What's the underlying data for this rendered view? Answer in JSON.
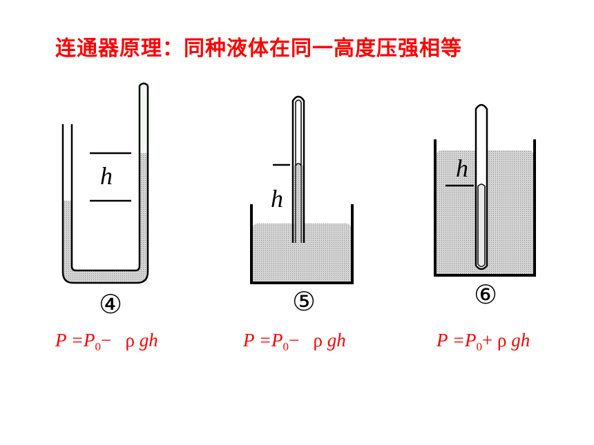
{
  "title": "连通器原理：同种液体在同一高度压强相等",
  "colors": {
    "title": "#ff0000",
    "formula": "#ff0000",
    "liquid": "#cfcfcf",
    "outline": "#000000",
    "tube_highlight": "#d9ecd9"
  },
  "figures": [
    {
      "id": "4",
      "number": "④",
      "h_label": "h",
      "formula": {
        "p": "P",
        "eq": "=",
        "p0": "P",
        "sub": "0",
        "op": "−",
        "rho": "ρ",
        "gh": "gh"
      }
    },
    {
      "id": "5",
      "number": "⑤",
      "h_label": "h",
      "formula": {
        "p": "P",
        "eq": "=",
        "p0": "P",
        "sub": "0",
        "op": "−",
        "rho": "ρ",
        "gh": "gh"
      }
    },
    {
      "id": "6",
      "number": "⑥",
      "h_label": "h",
      "formula": {
        "p": "P",
        "eq": "=",
        "p0": "P",
        "sub": "0",
        "op": "+",
        "rho": "ρ",
        "gh": "gh"
      }
    }
  ]
}
